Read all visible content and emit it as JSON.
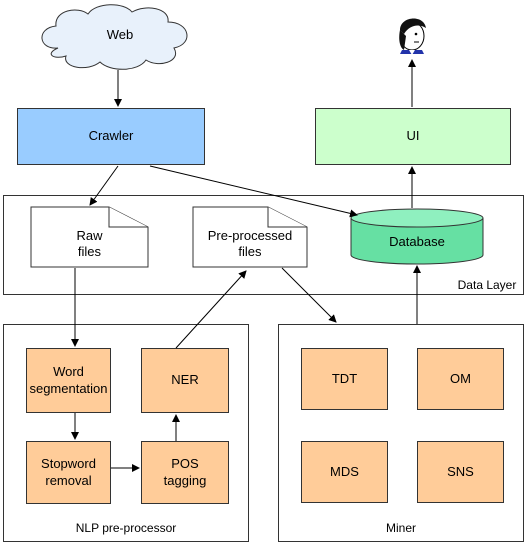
{
  "web": "Web",
  "crawler": "Crawler",
  "ui": "UI",
  "raw_files": "Raw\nfiles",
  "preprocessed_files": "Pre-processed\nfiles",
  "database": "Database",
  "data_layer": "Data Layer",
  "word_segmentation": "Word\nsegmentation",
  "ner": "NER",
  "stopword_removal": "Stopword\nremoval",
  "pos_tagging": "POS\ntagging",
  "nlp_preprocessor": "NLP pre-processor",
  "tdt": "TDT",
  "om": "OM",
  "mds": "MDS",
  "sns": "SNS",
  "miner": "Miner",
  "colors": {
    "crawler_fill": "#99ccff",
    "ui_fill": "#ccffcc",
    "database_fill": "#66e0a3",
    "module_fill": "#ffcc99",
    "web_fill": "#e8f1fb"
  }
}
